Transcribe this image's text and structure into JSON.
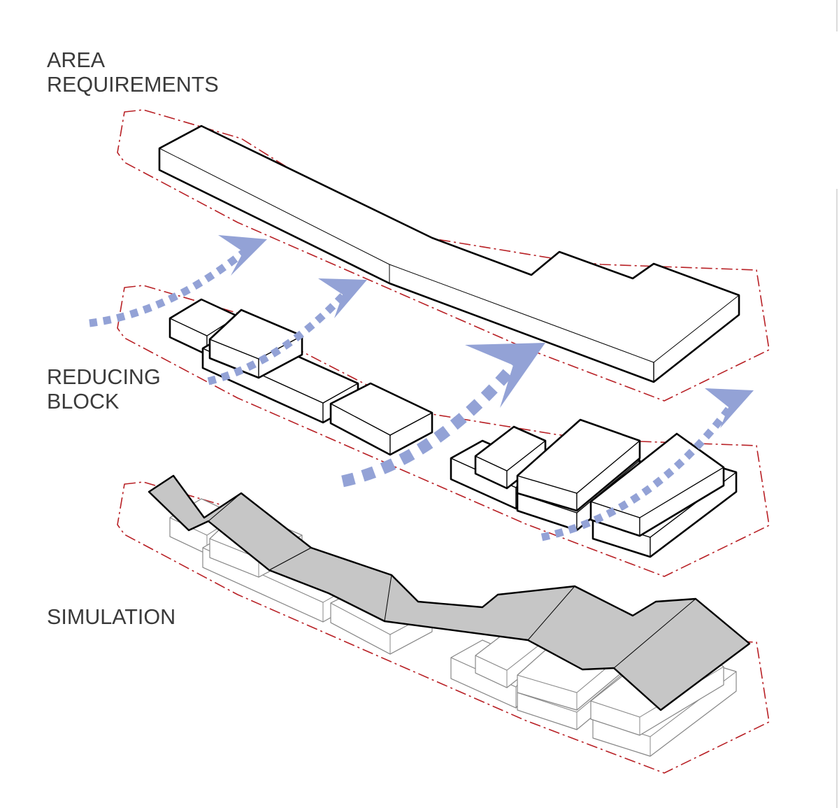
{
  "stages": [
    {
      "label_lines": [
        "AREA",
        "REQUIREMENTS"
      ]
    },
    {
      "label_lines": [
        "REDUCING",
        "BLOCK"
      ]
    },
    {
      "label_lines": [
        "SIMULATION"
      ]
    }
  ],
  "colors": {
    "boundary": "#b82025",
    "arrow": "#93a2d6",
    "roof": "#c6c6c6",
    "outline": "#000000",
    "ghost_outline": "#8a8a8a",
    "label_text": "#3a3a3a",
    "page_edge": "#cfcfcf"
  }
}
